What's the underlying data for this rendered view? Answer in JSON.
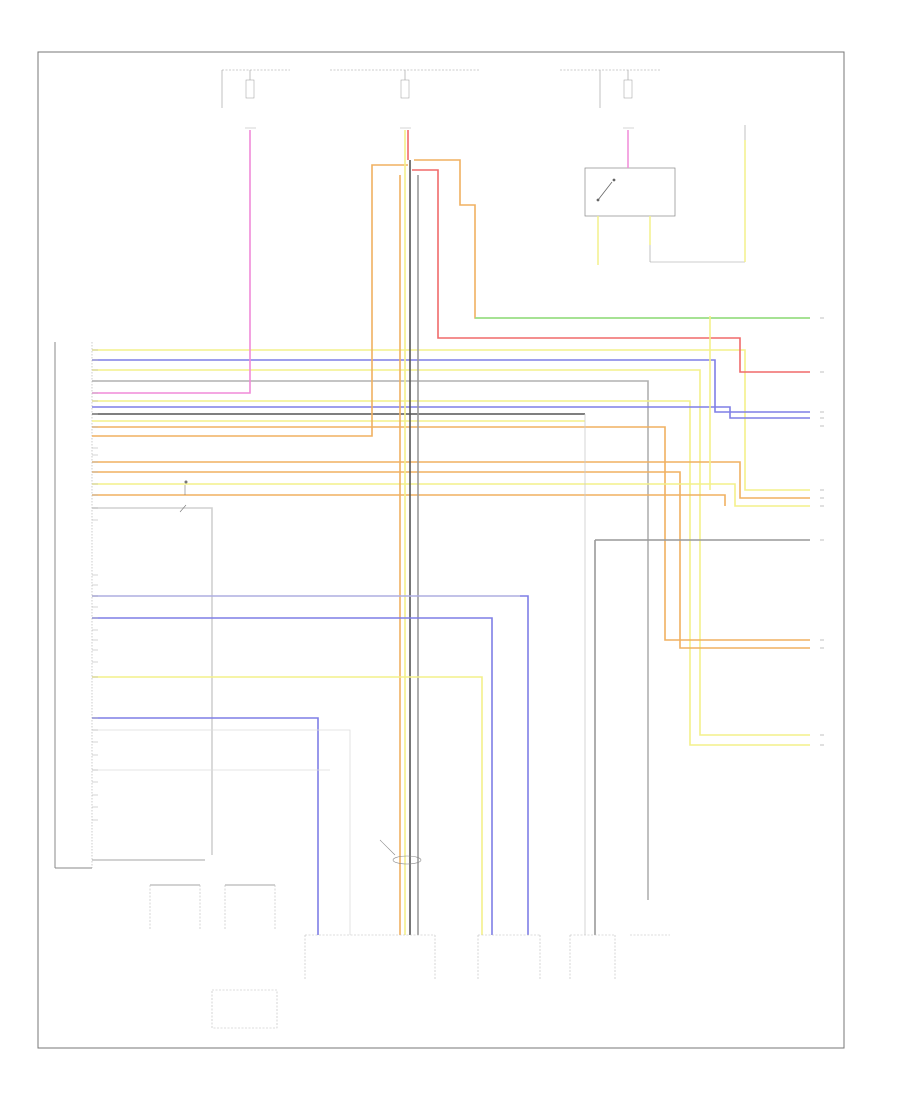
{
  "diagram": {
    "footer_code": "",
    "power_sources": [
      {
        "id": "src-left",
        "label": "",
        "sublabel": ""
      },
      {
        "id": "src-mid",
        "label": "",
        "sublabel": ""
      },
      {
        "id": "src-right",
        "label": "",
        "sublabel": ""
      },
      {
        "id": "src-far",
        "label": "",
        "sublabel": ""
      }
    ],
    "components": [
      {
        "id": "radio-control-unit",
        "label": ""
      },
      {
        "id": "external-antenna-module",
        "label": ""
      },
      {
        "id": "antenna-amplifier",
        "label": ""
      },
      {
        "id": "radio-antenna",
        "label": ""
      },
      {
        "id": "cd-changer",
        "label": ""
      },
      {
        "id": "navigation-computer",
        "label": ""
      },
      {
        "id": "instrument-cluster",
        "label": ""
      },
      {
        "id": "telephone-module",
        "label": ""
      },
      {
        "id": "light-switch",
        "label": ""
      },
      {
        "id": "instrument-light-module",
        "label": ""
      },
      {
        "id": "lighting-control",
        "label": ""
      },
      {
        "id": "ground-point",
        "label": ""
      },
      {
        "id": "rear-shield",
        "label": ""
      }
    ],
    "wire_colors": {
      "yellow": "#f3f08a",
      "blue": "#7f7fe6",
      "pink": "#f08ad8",
      "red": "#f06a6a",
      "orange": "#f0b060",
      "green": "#8ce68c",
      "gray": "#8a8a8a",
      "black": "#3a3a3a",
      "light_gray": "#c8c8c8",
      "frame": "#777777"
    }
  }
}
